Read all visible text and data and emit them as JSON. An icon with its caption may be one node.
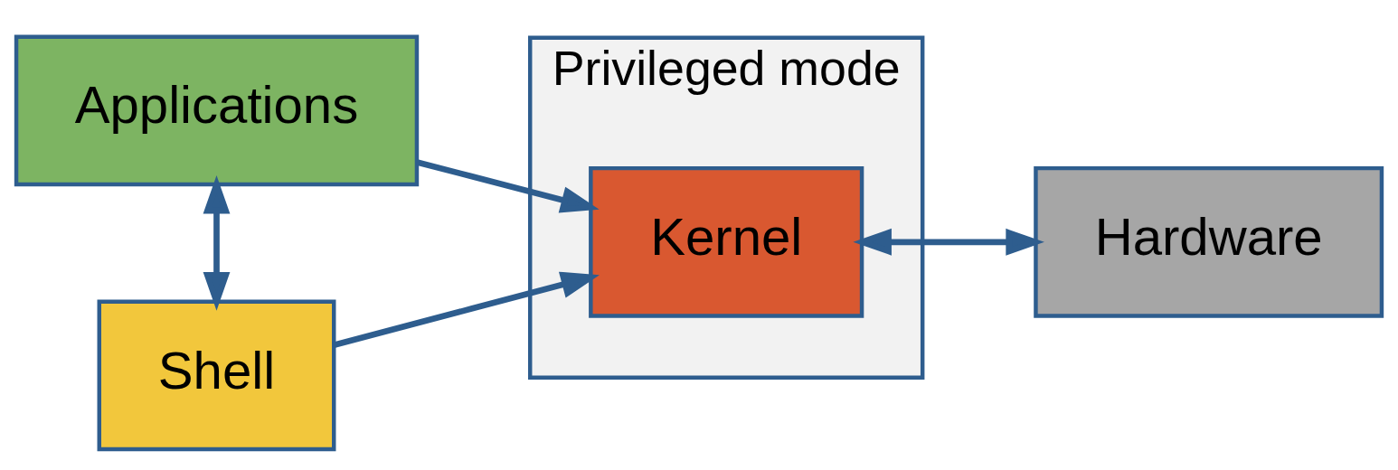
{
  "diagram": {
    "nodes": [
      {
        "text": [
          "Applications"
        ]
      },
      {
        "text": [
          "Shell"
        ]
      },
      {
        "text": [
          "Privileged mode"
        ]
      },
      {
        "text": [
          "Kernel"
        ],
        "in": 2
      },
      {
        "text": [
          "Hardware"
        ]
      }
    ],
    "edges": [
      {
        "from": 0,
        "to": 1,
        "arrow": "both"
      },
      {
        "from": 0,
        "to": 3,
        "arrow": "to"
      },
      {
        "from": 1,
        "to": 3,
        "arrow": "to"
      },
      {
        "from": 3,
        "to": 4,
        "arrow": "both"
      }
    ]
  }
}
